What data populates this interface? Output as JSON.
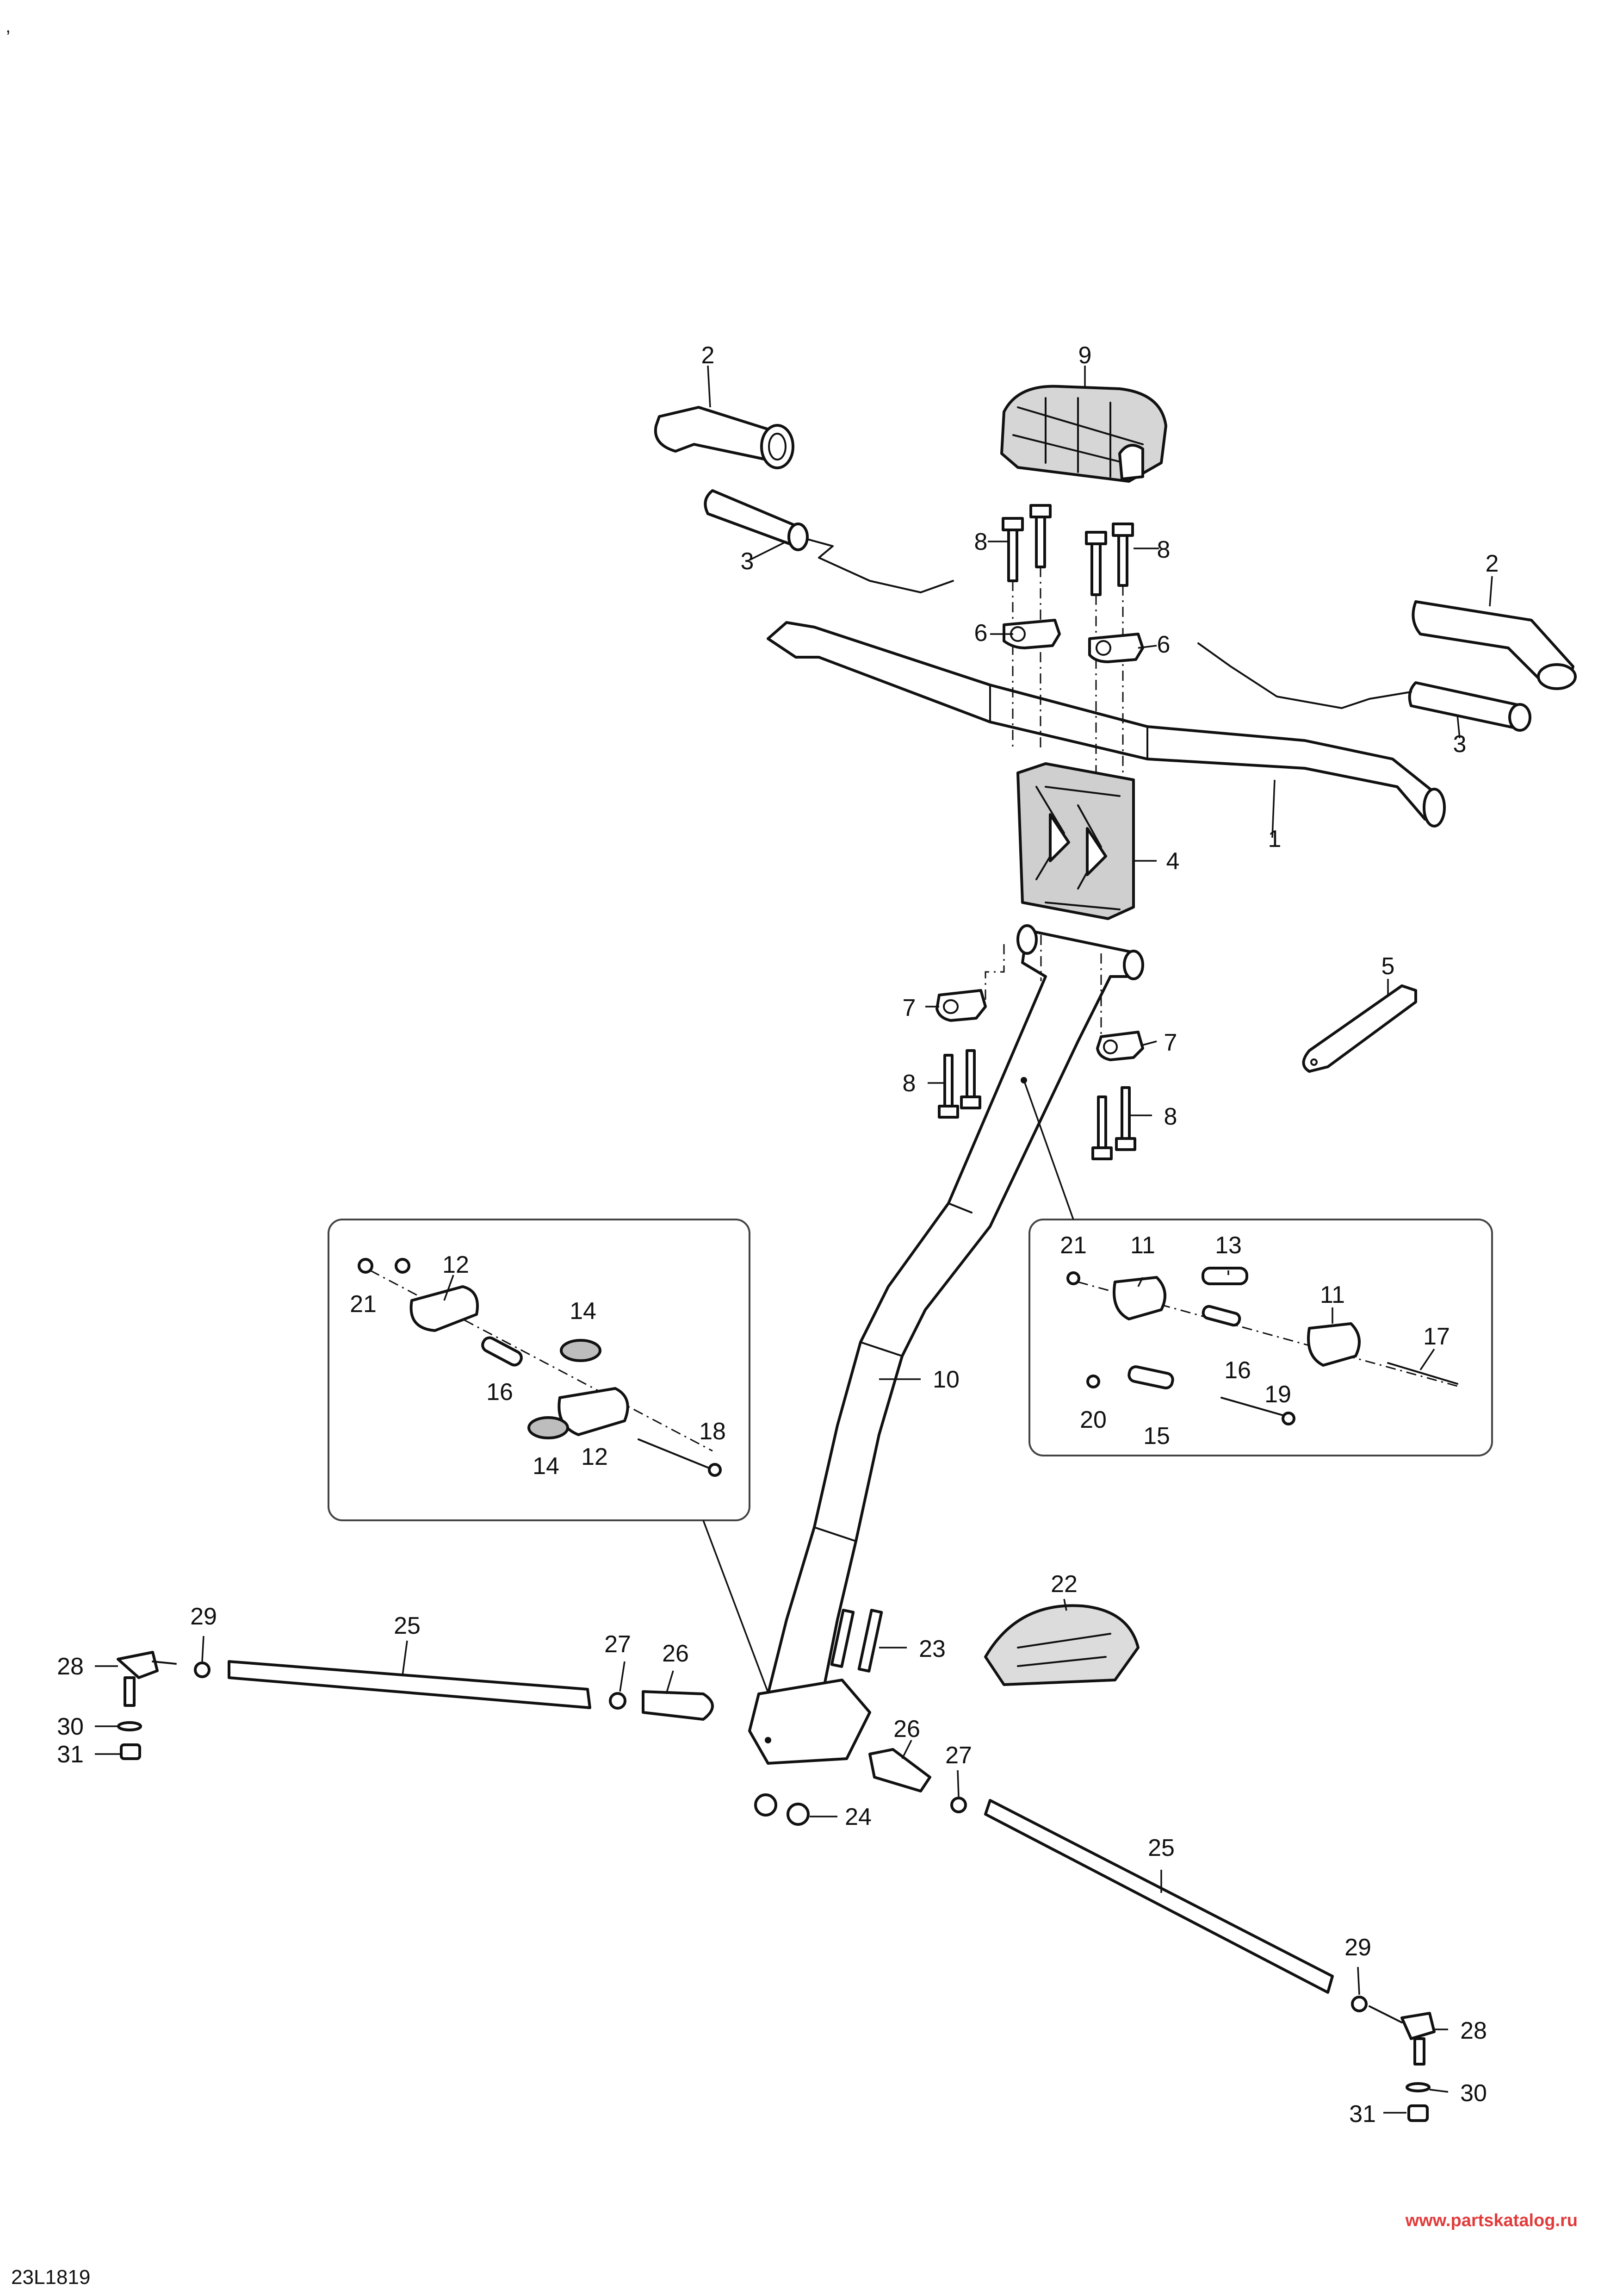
{
  "corner_mark": ",",
  "diagram_code": "23L1819",
  "watermark": "www.partskatalog.ru",
  "labels": {
    "p1": "1",
    "p2a": "2",
    "p2b": "2",
    "p3a": "3",
    "p3b": "3",
    "p4": "4",
    "p5": "5",
    "p6a": "6",
    "p6b": "6",
    "p7a": "7",
    "p7b": "7",
    "p8a": "8",
    "p8b": "8",
    "p8c": "8",
    "p8d": "8",
    "p9": "9",
    "p10": "10",
    "l12a": "12",
    "l21a": "21",
    "l14a": "14",
    "l16a": "16",
    "l14b": "14",
    "l12b": "12",
    "l18": "18",
    "r21": "21",
    "r11a": "11",
    "r13": "13",
    "r11b": "11",
    "r17": "17",
    "r16": "16",
    "r20": "20",
    "r15": "15",
    "r19": "19",
    "p22": "22",
    "p23": "23",
    "p24": "24",
    "p25a": "25",
    "p26a": "26",
    "p27a": "27",
    "p28a": "28",
    "p29a": "29",
    "p30a": "30",
    "p31a": "31",
    "p25b": "25",
    "p26b": "26",
    "p27b": "27",
    "p28b": "28",
    "p29b": "29",
    "p30b": "30",
    "p31b": "31"
  }
}
